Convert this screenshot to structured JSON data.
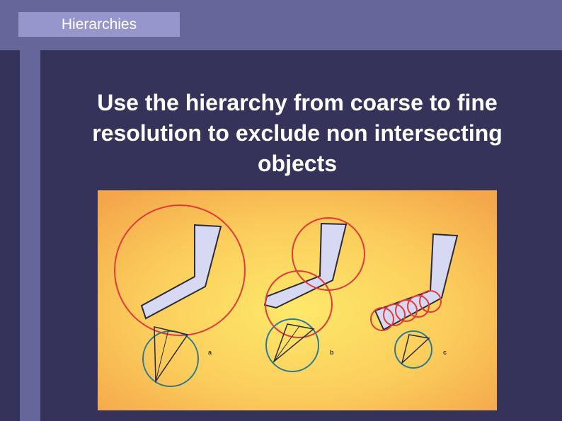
{
  "header": {
    "title": "Hierarchies"
  },
  "slide": {
    "headline": "Use the hierarchy from coarse to fine resolution to exclude non intersecting objects"
  },
  "figure": {
    "panels": [
      {
        "label": "a"
      },
      {
        "label": "b"
      },
      {
        "label": "c"
      }
    ],
    "colors": {
      "background_center": "#fde96a",
      "background_edge": "#f4a64a",
      "shape_fill": "#d7d9f3",
      "shape_stroke": "#2b2b3a",
      "bounding_circle": "#e23a3a",
      "target_circle": "#2f7a92"
    }
  },
  "theme": {
    "background": "#35335a",
    "bar": "#67669a",
    "tab": "#9796cc",
    "text": "#ffffff"
  }
}
